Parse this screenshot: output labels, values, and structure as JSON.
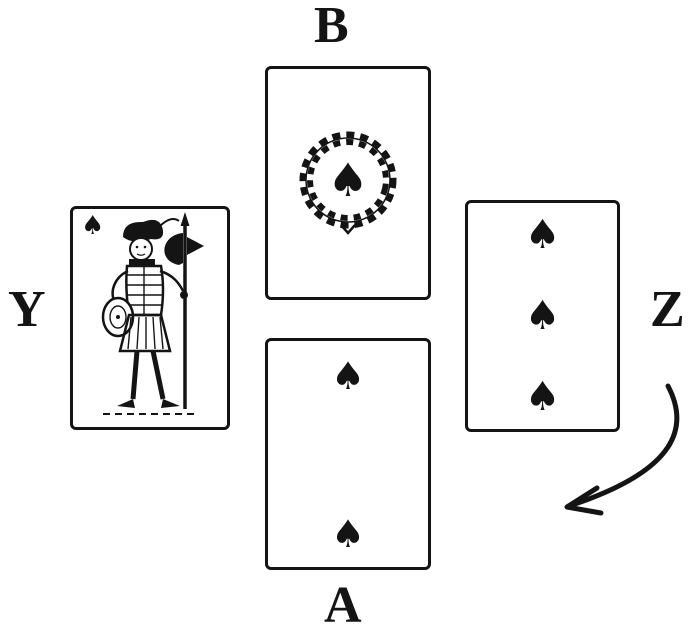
{
  "players": {
    "top": {
      "label": "B",
      "card": "ace-of-spades-ornamental"
    },
    "left": {
      "label": "Y",
      "card": "jack-of-spades"
    },
    "right": {
      "label": "Z",
      "card": "three-of-spades"
    },
    "bottom": {
      "label": "A",
      "card": "two-of-spades"
    }
  },
  "suit": {
    "name": "spades",
    "symbol": "♠"
  },
  "arrow": {
    "shape": "curved-arrow",
    "direction": "from Z curving down-left toward A"
  },
  "colors": {
    "ink": "#141414",
    "paper": "#ffffff"
  }
}
